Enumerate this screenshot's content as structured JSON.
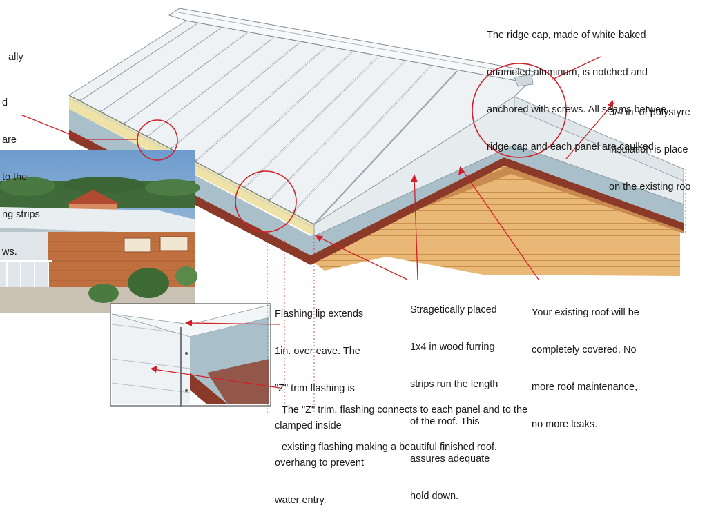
{
  "callouts": {
    "top_left_fragment": [
      "ally",
      "d",
      "are",
      "to the",
      "ng strips",
      "ws."
    ],
    "ridge_cap": [
      "The ridge cap, made of white baked",
      "enameled aluminum, is notched and",
      "anchored with screws. All seams betwee",
      "ridge cap and each panel are caulked."
    ],
    "insulation": [
      "3/4 in. of polystyre",
      "insulation is place",
      "on the existing roo"
    ],
    "flashing_lip": [
      "Flashing lip extends",
      "1in. over eave. The",
      "\"Z\" trim flashing is",
      "clamped inside",
      "overhang to prevent",
      "water entry."
    ],
    "furring_strips": [
      "Stragetically placed",
      "1x4 in wood furring",
      "strips run the length",
      "of the roof. This",
      "assures adequate",
      "hold down."
    ],
    "existing_roof": [
      "Your existing roof will be",
      "completely covered. No",
      "more roof maintenance,",
      "no more leaks."
    ],
    "z_trim": [
      "The \"Z\" trim, flashing connects to each panel and to the",
      "existing flashing making a beautiful finished roof."
    ]
  },
  "colors": {
    "leader_red": "#d2202a",
    "panel_white": "#eef2f4",
    "seam_gray": "#9aa7ad",
    "insulation_blue": "#a9bfc9",
    "furring_yellow": "#efe2a6",
    "existing_roof_brown": "#8b3a2a",
    "siding_tan": "#e8b772"
  }
}
